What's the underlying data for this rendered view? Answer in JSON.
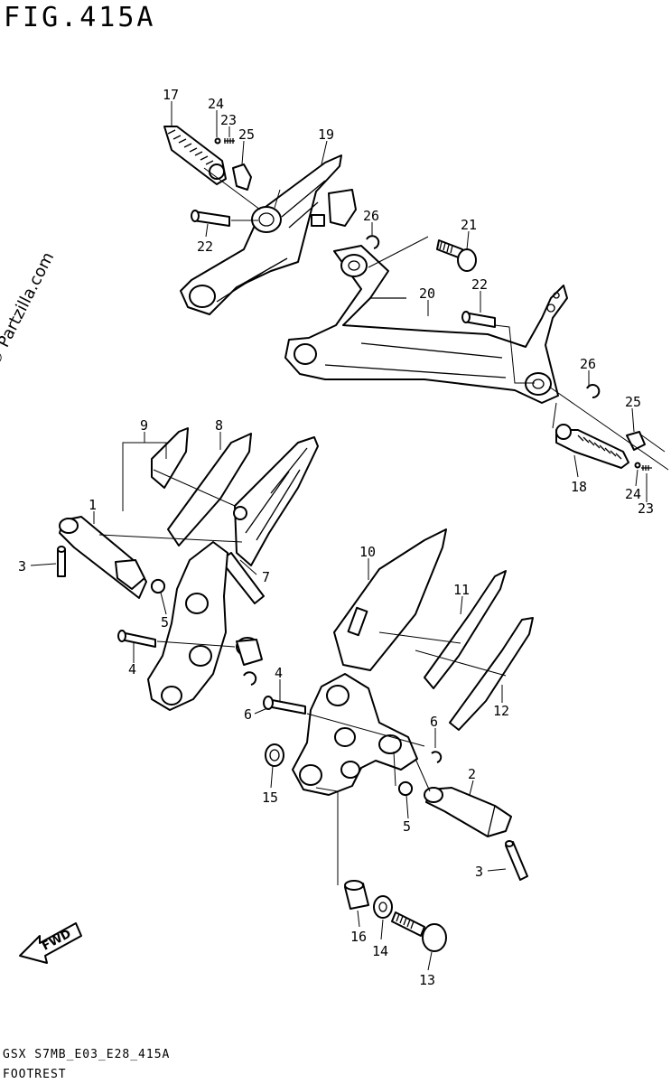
{
  "figure": {
    "title": "FIG.415A",
    "watermark": "© Partzilla.com",
    "fwd_label": "FWD",
    "footer_code": "GSX S7MB_E03_E28_415A",
    "footer_name": "FOOTREST"
  },
  "callouts": [
    {
      "id": "c17a",
      "label": "17"
    },
    {
      "id": "c24a",
      "label": "24"
    },
    {
      "id": "c23a",
      "label": "23"
    },
    {
      "id": "c25a",
      "label": "25"
    },
    {
      "id": "c19",
      "label": "19"
    },
    {
      "id": "c26a",
      "label": "26"
    },
    {
      "id": "c22a",
      "label": "22"
    },
    {
      "id": "c21",
      "label": "21"
    },
    {
      "id": "c20",
      "label": "20"
    },
    {
      "id": "c22b",
      "label": "22"
    },
    {
      "id": "c26b",
      "label": "26"
    },
    {
      "id": "c25b",
      "label": "25"
    },
    {
      "id": "c18",
      "label": "18"
    },
    {
      "id": "c24b",
      "label": "24"
    },
    {
      "id": "c23b",
      "label": "23"
    },
    {
      "id": "c9",
      "label": "9"
    },
    {
      "id": "c8",
      "label": "8"
    },
    {
      "id": "c1",
      "label": "1"
    },
    {
      "id": "c3a",
      "label": "3"
    },
    {
      "id": "c7",
      "label": "7"
    },
    {
      "id": "c5a",
      "label": "5"
    },
    {
      "id": "c4a",
      "label": "4"
    },
    {
      "id": "c10",
      "label": "10"
    },
    {
      "id": "c11",
      "label": "11"
    },
    {
      "id": "c12",
      "label": "12"
    },
    {
      "id": "c4b",
      "label": "4"
    },
    {
      "id": "c6a",
      "label": "6"
    },
    {
      "id": "c6b",
      "label": "6"
    },
    {
      "id": "c2",
      "label": "2"
    },
    {
      "id": "c15",
      "label": "15"
    },
    {
      "id": "c5b",
      "label": "5"
    },
    {
      "id": "c3b",
      "label": "3"
    },
    {
      "id": "c16",
      "label": "16"
    },
    {
      "id": "c14",
      "label": "14"
    },
    {
      "id": "c13",
      "label": "13"
    }
  ]
}
